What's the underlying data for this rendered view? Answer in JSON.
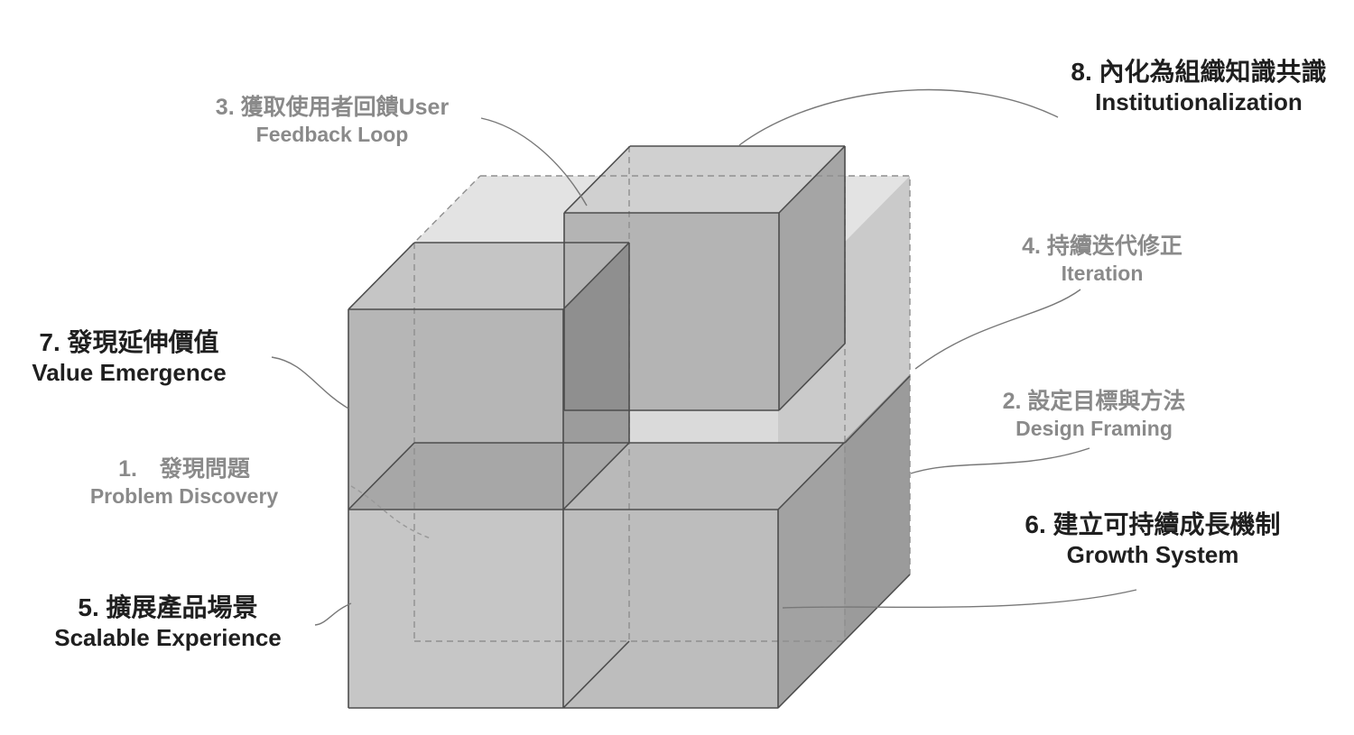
{
  "diagram_title": "",
  "colors": {
    "background": "#ffffff",
    "primary_label_text": "#1f1f1f",
    "secondary_label_text": "#8a8a8a",
    "leader_line": "#787878",
    "cube_light_gray": "#e3e3e3",
    "cube_medium_gray": "#b6b6b6",
    "cube_dark_gray": "#8e8e8e"
  },
  "labels": [
    {
      "number": "1",
      "line1": "1.　發現問題",
      "line2": "Problem Discovery",
      "tone": "secondary"
    },
    {
      "number": "2",
      "line1": "2. 設定目標與方法",
      "line2": "Design Framing",
      "tone": "secondary"
    },
    {
      "number": "3",
      "line1": "3. 獲取使用者回饋User",
      "line2": "Feedback Loop",
      "tone": "secondary"
    },
    {
      "number": "4",
      "line1": "4. 持續迭代修正",
      "line2": "Iteration",
      "tone": "secondary"
    },
    {
      "number": "5",
      "line1": "5. 擴展產品場景",
      "line2": "Scalable Experience",
      "tone": "primary"
    },
    {
      "number": "6",
      "line1": "6. 建立可持續成長機制",
      "line2": "Growth System",
      "tone": "primary"
    },
    {
      "number": "7",
      "line1": "7. 發現延伸價值",
      "line2": "Value Emergence",
      "tone": "primary"
    },
    {
      "number": "8",
      "line1": "8. 內化為組織知識共識",
      "line2": "Institutionalization",
      "tone": "primary"
    }
  ]
}
